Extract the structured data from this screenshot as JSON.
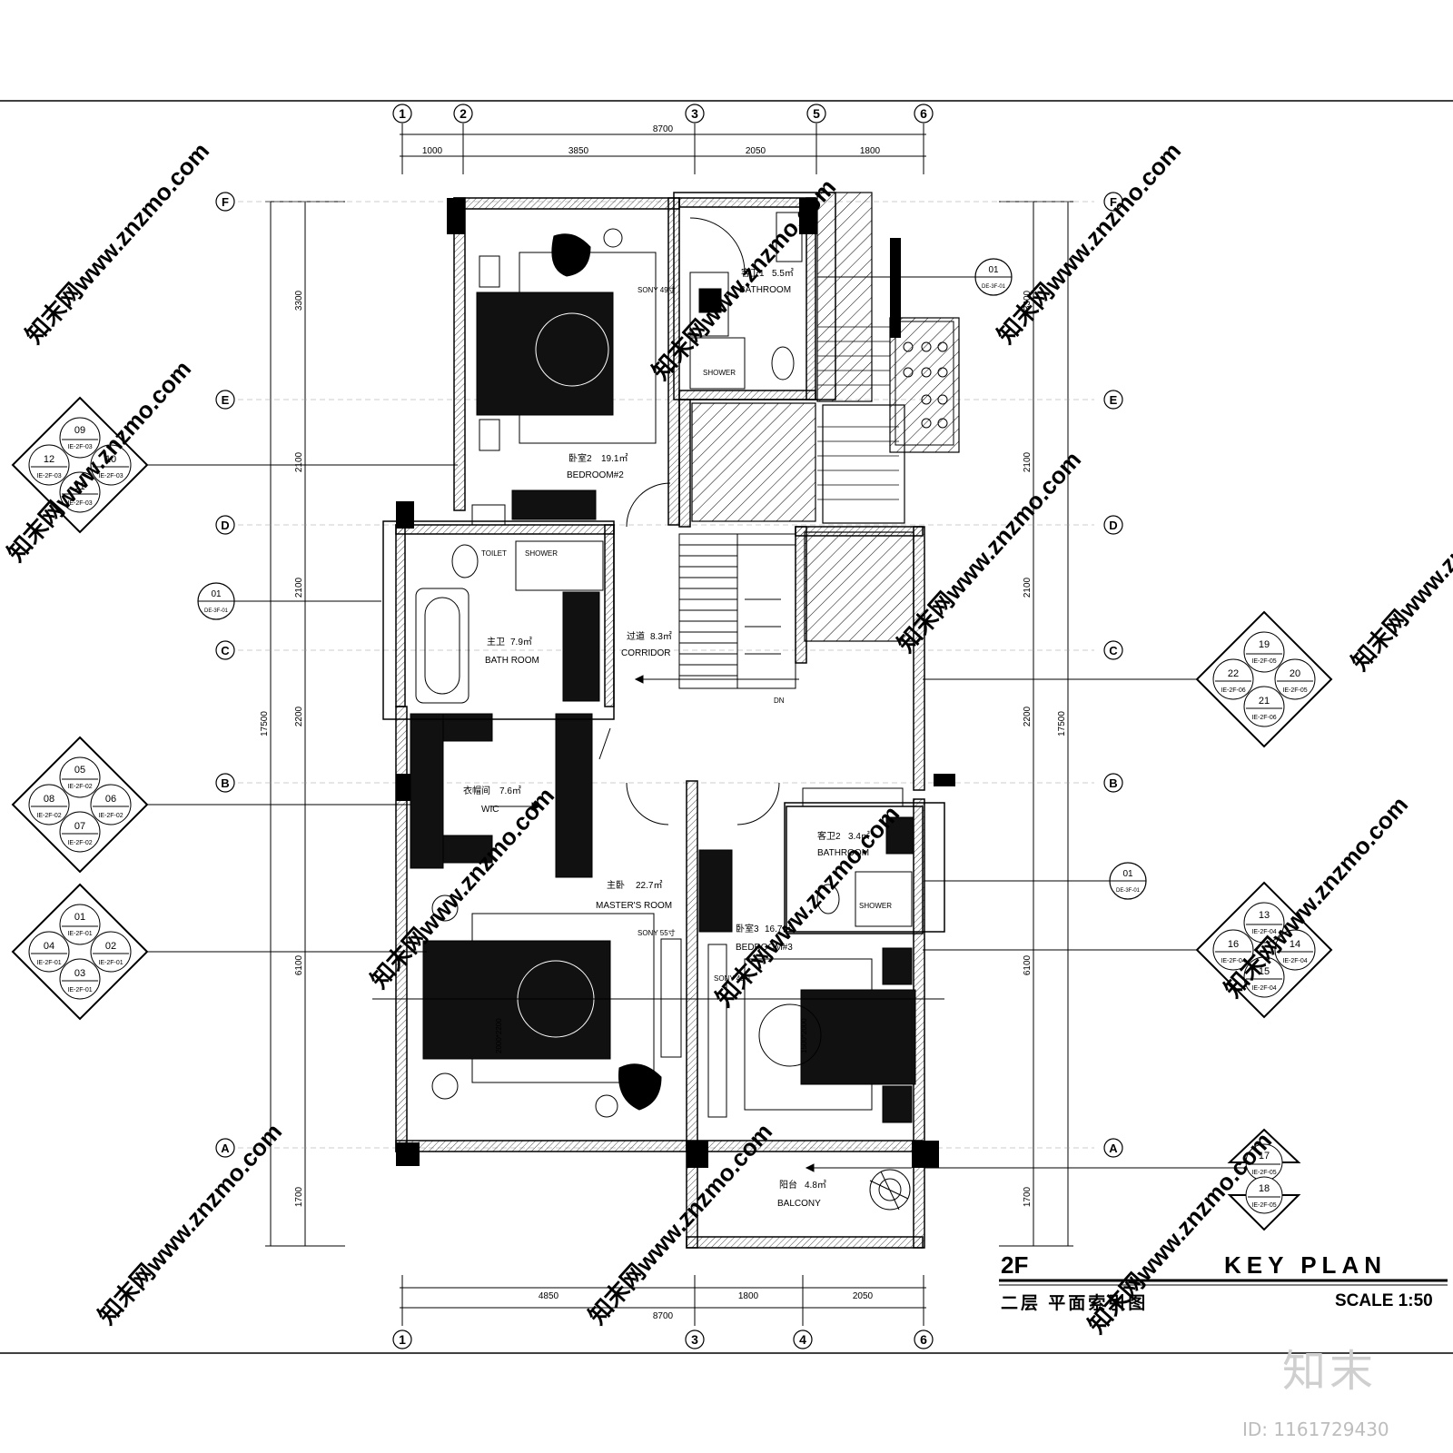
{
  "title": {
    "floor": "2F",
    "key_plan": "KEY  PLAN",
    "cn_title": "二层  平面索引图",
    "scale": "SCALE 1:50"
  },
  "grid": {
    "top_columns": [
      "1",
      "2",
      "3",
      "5",
      "6"
    ],
    "bottom_columns": [
      "1",
      "3",
      "4",
      "6"
    ],
    "rows": [
      "F",
      "E",
      "D",
      "C",
      "B",
      "A"
    ]
  },
  "dimensions": {
    "top_total": "8700",
    "top_segments": [
      "1000",
      "3850",
      "2050",
      "1800"
    ],
    "bottom_total": "8700",
    "bottom_segments": [
      "4850",
      "1800",
      "2050"
    ],
    "side_segments": [
      "3300",
      "2100",
      "2100",
      "2200",
      "6100",
      "1700"
    ],
    "side_total": "17500"
  },
  "rooms": [
    {
      "cn": "卧室2",
      "area": "19.1㎡",
      "en": "BEDROOM#2"
    },
    {
      "cn": "客卫1",
      "area": "5.5㎡",
      "en": "BATHROOM"
    },
    {
      "cn": "主卫",
      "area": "7.9㎡",
      "en": "BATH ROOM"
    },
    {
      "cn": "过道",
      "area": "8.3㎡",
      "en": "CORRIDOR"
    },
    {
      "cn": "衣帽间",
      "area": "7.6㎡",
      "en": "WIC"
    },
    {
      "cn": "主卧",
      "area": "22.7㎡",
      "en": "MASTER'S ROOM"
    },
    {
      "cn": "客卫2",
      "area": "3.4㎡",
      "en": "BATHROOM"
    },
    {
      "cn": "卧室3",
      "area": "16.7㎡",
      "en": "BEDROOM#3"
    },
    {
      "cn": "阳台",
      "area": "4.8㎡",
      "en": "BALCONY"
    }
  ],
  "fixture_labels": {
    "shower": "SHOWER",
    "toilet": "TOILET",
    "dn": "DN",
    "tv_sony_49": "SONY 49寸",
    "tv_sony_55": "SONY 55寸"
  },
  "elevation_markers": [
    {
      "nums": [
        "09",
        "10",
        "11",
        "12"
      ],
      "refs": [
        "IE-2F-03",
        "IE-2F-03",
        "IE-2F-03",
        "IE-2F-03"
      ]
    },
    {
      "nums": [
        "05",
        "06",
        "07",
        "08"
      ],
      "refs": [
        "IE-2F-02",
        "IE-2F-02",
        "IE-2F-02",
        "IE-2F-02"
      ]
    },
    {
      "nums": [
        "01",
        "02",
        "03",
        "04"
      ],
      "refs": [
        "IE-2F-01",
        "IE-2F-01",
        "IE-2F-01",
        "IE-2F-01"
      ]
    },
    {
      "nums": [
        "19",
        "20",
        "21",
        "22"
      ],
      "refs": [
        "IE-2F-05",
        "IE-2F-05",
        "IE-2F-06",
        "IE-2F-06"
      ]
    },
    {
      "nums": [
        "13",
        "14",
        "15",
        "16"
      ],
      "refs": [
        "IE-2F-04",
        "IE-2F-04",
        "IE-2F-04",
        "IE-2F-04"
      ]
    }
  ],
  "balcony_markers": [
    {
      "num": "17",
      "ref": "IE-2F-05"
    },
    {
      "num": "18",
      "ref": "IE-2F-05"
    }
  ],
  "detail_callouts": [
    {
      "num": "01",
      "ref": "DE-3F-01"
    },
    {
      "num": "01",
      "ref": "DE-3F-01"
    },
    {
      "num": "01",
      "ref": "DE-3F-01"
    }
  ],
  "watermark": {
    "text": "知末网www.znzmo.com",
    "brand": "知末",
    "id": "ID: 1161729430"
  }
}
